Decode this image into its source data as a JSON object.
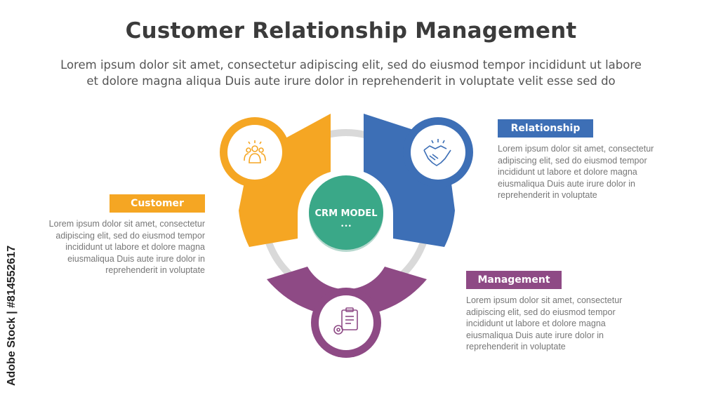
{
  "title": "Customer Relationship Management",
  "subtitle_line1": "Lorem ipsum dolor sit amet, consectetur adipiscing elit, sed do eiusmod tempor incididunt ut labore",
  "subtitle_line2": "et dolore magna aliqua Duis aute irure dolor in reprehenderit in voluptate velit esse sed do",
  "center": {
    "label": "CRM MODEL",
    "dots": "•••"
  },
  "segments": [
    {
      "key": "customer",
      "label": "Customer",
      "color": "#f5a623",
      "icon": "people-group-icon",
      "text": [
        "Lorem ipsum dolor sit amet, consectetur",
        "adipiscing elit, sed do eiusmod tempor",
        "incididunt ut labore et dolore magna",
        "eiusmaliqua Duis aute irure dolor in",
        "reprehenderit in voluptate"
      ]
    },
    {
      "key": "relationship",
      "label": "Relationship",
      "color": "#3d6fb6",
      "icon": "handshake-icon",
      "text": [
        "Lorem ipsum dolor sit amet, consectetur",
        "adipiscing elit, sed do eiusmod tempor",
        "incididunt ut labore et dolore magna",
        "eiusmaliqua Duis aute irure dolor in",
        "reprehenderit in voluptate"
      ]
    },
    {
      "key": "management",
      "label": "Management",
      "color": "#8e4a85",
      "icon": "clipboard-gear-icon",
      "text": [
        "Lorem ipsum dolor sit amet, consectetur",
        "adipiscing elit, sed do eiusmod tempor",
        "incididunt ut labore et dolore magna",
        "eiusmaliqua Duis aute irure dolor in",
        "reprehenderit in voluptate"
      ]
    }
  ],
  "colors": {
    "center": "#3aa888",
    "ring": "#d9d9d9"
  },
  "watermark": "Adobe Stock | #814552617"
}
